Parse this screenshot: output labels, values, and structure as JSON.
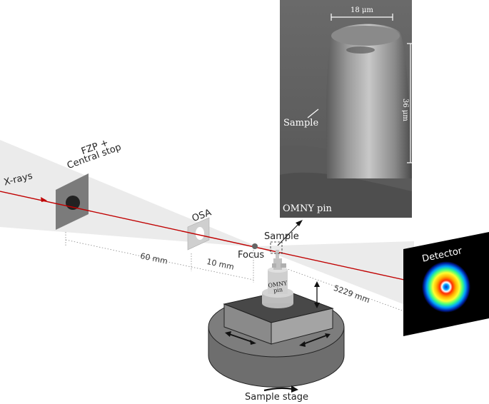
{
  "labels": {
    "xrays": "X-rays",
    "fzp_line1": "FZP +",
    "fzp_line2": "Central stop",
    "osa": "OSA",
    "focus": "Focus",
    "sample_main": "Sample",
    "detector": "Detector",
    "sample_stage": "Sample stage",
    "pin_line1": "OMNY",
    "pin_line2": "pin"
  },
  "distances": {
    "fzp_to_osa": "60 mm",
    "osa_to_focus": "10 mm",
    "sample_to_detector": "5229 mm"
  },
  "sem_inset": {
    "width_scale": "18 μm",
    "height_scale": "36 μm",
    "sample_label": "Sample",
    "pin_label": "OMNY pin"
  },
  "colors": {
    "beam": "#c00000",
    "cone": "#ebebeb",
    "stage": "#707070",
    "stage_top": "#555555",
    "sem_bg": "#6e6e6e"
  }
}
